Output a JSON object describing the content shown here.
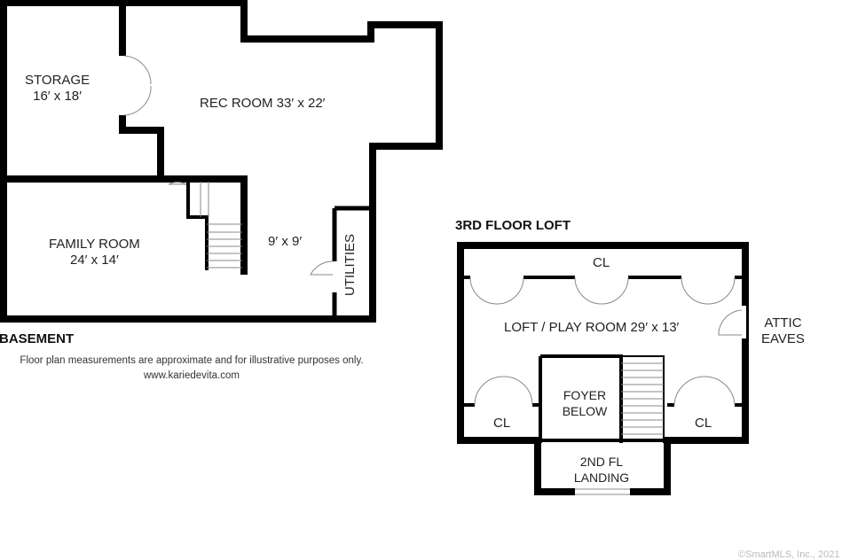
{
  "basement": {
    "title": "BASEMENT",
    "rooms": {
      "storage_name": "STORAGE",
      "storage_dims": "16′ x 18′",
      "rec_room": "REC ROOM 33′ x 22′",
      "family_name": "FAMILY ROOM",
      "family_dims": "24′ x 14′",
      "small_room": "9′ x 9′",
      "utilities": "UTILITIES"
    },
    "disclaimer": "Floor plan measurements are approximate and for illustrative purposes only.",
    "website": "www.kariedevita.com"
  },
  "loft": {
    "title": "3RD FLOOR LOFT",
    "rooms": {
      "closet_top": "CL",
      "loft": "LOFT / PLAY ROOM 29′ x 13′",
      "attic_1": "ATTIC",
      "attic_2": "EAVES",
      "foyer_1": "FOYER",
      "foyer_2": "BELOW",
      "closet_left": "CL",
      "closet_right": "CL",
      "landing_1": "2ND FL",
      "landing_2": "LANDING"
    }
  },
  "watermark": "©SmartMLS, Inc., 2021"
}
